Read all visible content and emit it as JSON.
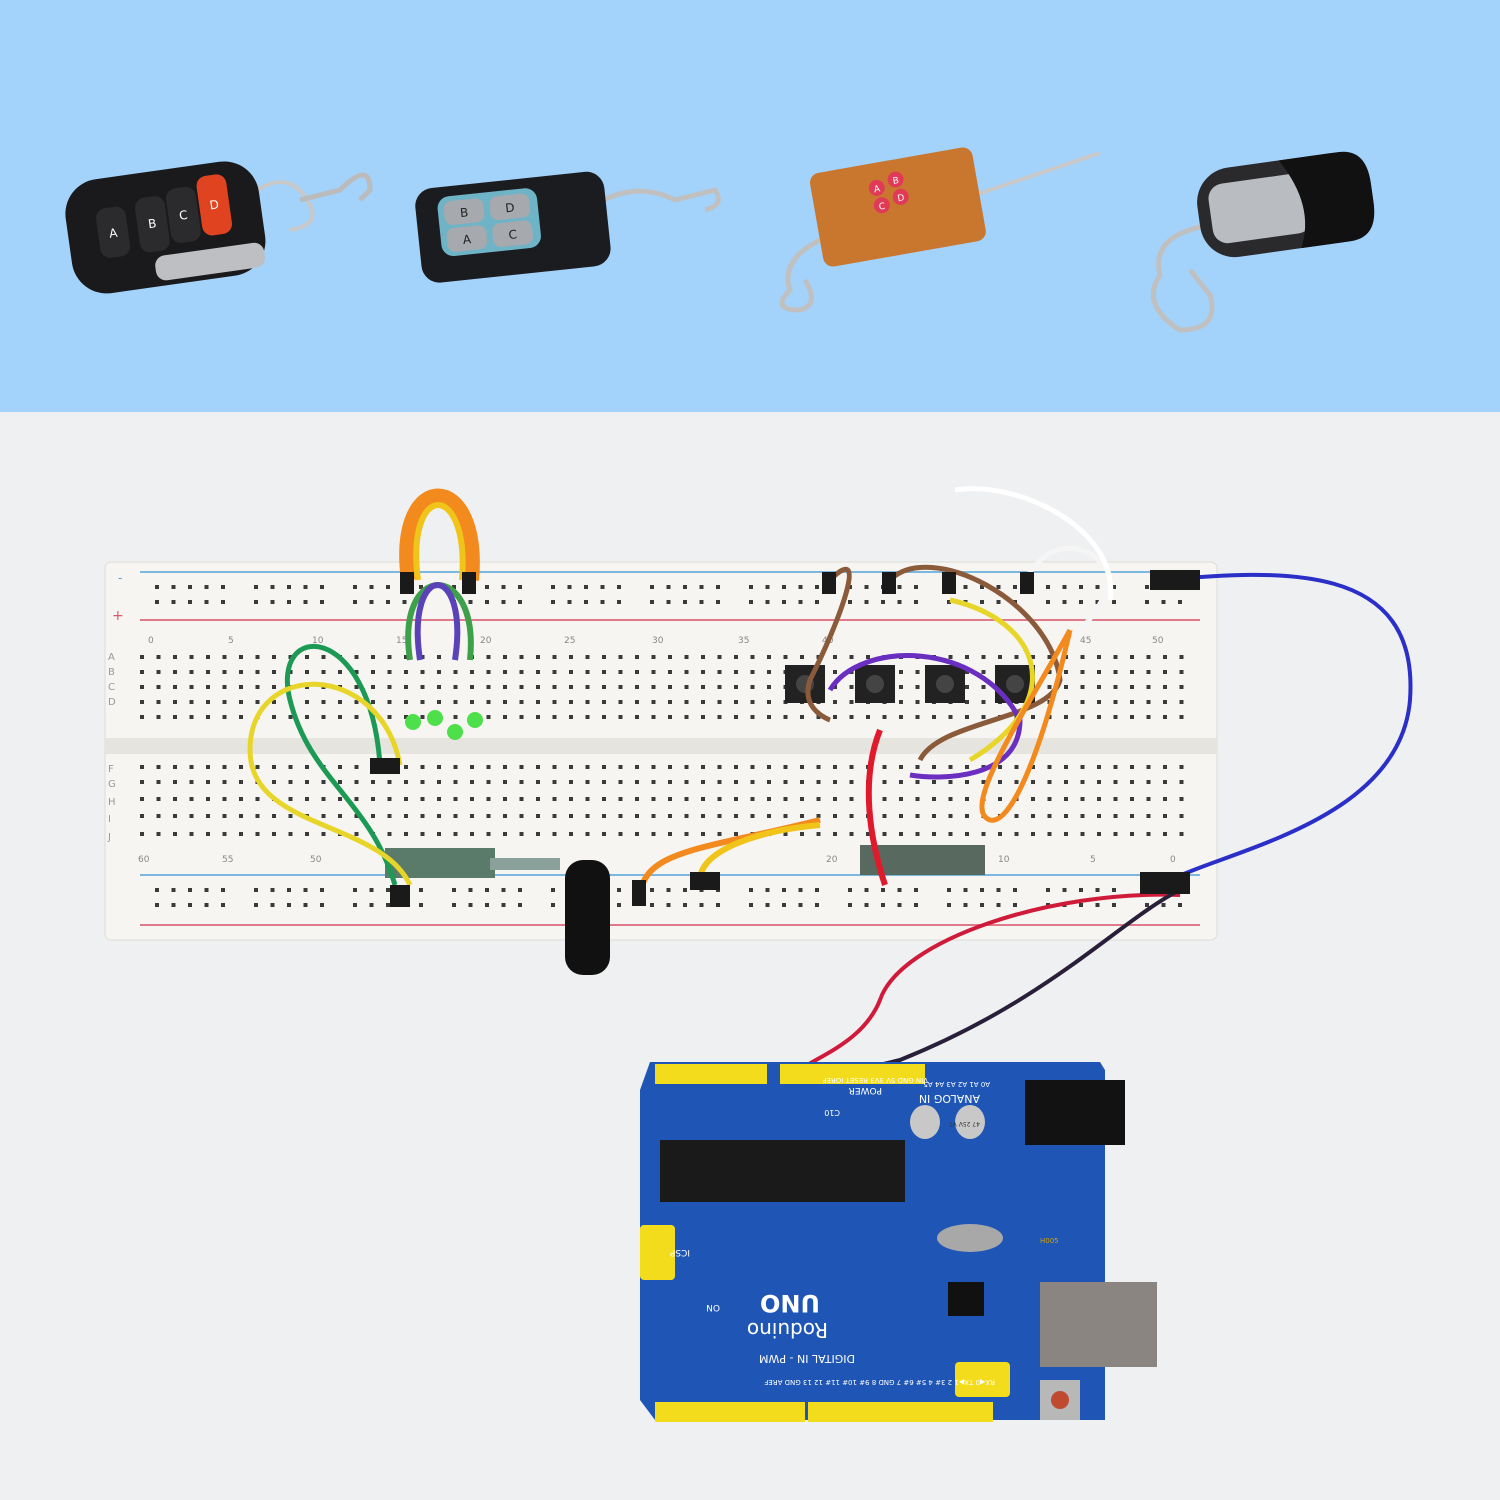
{
  "remotes": [
    {
      "buttons": [
        "A",
        "B",
        "C",
        "D"
      ],
      "body_color": "#1a1a1c",
      "accent": "#e0431f"
    },
    {
      "buttons": [
        "B",
        "D",
        "A",
        "C"
      ],
      "body_color": "#1b1c20",
      "accent": "#6fb3c6"
    },
    {
      "buttons": [
        "A",
        "B",
        "C",
        "D"
      ],
      "body_color": "#c9772e",
      "accent": "#e03a57"
    },
    {
      "buttons": [],
      "body_color": "#2a2a2c",
      "accent": "#b9bcc0"
    }
  ],
  "breadboard": {
    "column_numbers_top": [
      "0",
      "5",
      "10",
      "15",
      "20",
      "25",
      "30",
      "35",
      "40",
      "45",
      "50"
    ],
    "column_numbers_bottom": [
      "60",
      "55",
      "50",
      "20",
      "10",
      "5",
      "0"
    ],
    "row_letters_left": [
      "A",
      "B",
      "C",
      "D",
      "F",
      "G",
      "H",
      "I",
      "J"
    ],
    "rail_symbols": [
      "-",
      "+"
    ]
  },
  "arduino": {
    "brand": "Roduino",
    "model": "UNO",
    "labels": [
      "ANALOG IN",
      "A0 A1 A2 A3 A4 A5",
      "POWER",
      "VIN GND 5V 3V3 RESET IOREF",
      "C10",
      "ICSP",
      "ON",
      "DIGITAL IN - PWM",
      "RX◀0 TX▶1 2 3# 4 5# 6# 7 GND 8 9# 10# 11# 12 13 GND AREF",
      "47 25V VT",
      "H005"
    ],
    "board_color": "#1f56b5",
    "header_color": "#f2dc1c"
  }
}
